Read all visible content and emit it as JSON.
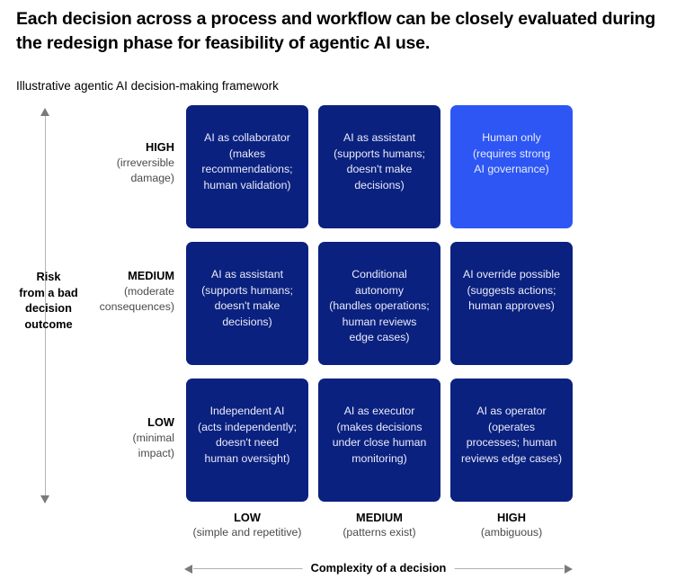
{
  "header": {
    "headline": "Each decision across a process and workflow can be closely evaluated during the redesign phase for feasibility of agentic AI use.",
    "subhead": "Illustrative agentic AI decision-making framework"
  },
  "colors": {
    "cell_default": "#0b2180",
    "cell_highlight": "#2d56f5",
    "cell_text": "#e9ecf7",
    "axis_line": "#b4b4b4",
    "axis_arrow": "#7a7a7a",
    "label_muted": "#4a4a4a",
    "page_background": "#ffffff"
  },
  "y_axis": {
    "title": "Risk\nfrom a bad\ndecision\noutcome",
    "direction": "increasing-upward",
    "levels": [
      {
        "key": "high",
        "label": "HIGH",
        "desc": "(irreversible\ndamage)"
      },
      {
        "key": "medium",
        "label": "MEDIUM",
        "desc": "(moderate\nconsequences)"
      },
      {
        "key": "low",
        "label": "LOW",
        "desc": "(minimal\nimpact)"
      }
    ]
  },
  "x_axis": {
    "title": "Complexity of a decision",
    "direction": "increasing-rightward",
    "levels": [
      {
        "key": "low",
        "label": "LOW",
        "desc": "(simple and repetitive)"
      },
      {
        "key": "medium",
        "label": "MEDIUM",
        "desc": "(patterns exist)"
      },
      {
        "key": "high",
        "label": "HIGH",
        "desc": "(ambiguous)"
      }
    ]
  },
  "chart_data": {
    "type": "heatmap",
    "title": "Illustrative agentic AI decision-making framework",
    "xlabel": "Complexity of a decision",
    "ylabel": "Risk from a bad decision outcome",
    "grid": false,
    "legend": "none",
    "x_categories": [
      "LOW",
      "MEDIUM",
      "HIGH"
    ],
    "y_categories": [
      "HIGH",
      "MEDIUM",
      "LOW"
    ],
    "cells": [
      {
        "row": "HIGH",
        "col": "LOW",
        "highlight": false,
        "text": "AI as collaborator\n(makes\nrecommendations;\nhuman validation)"
      },
      {
        "row": "HIGH",
        "col": "MEDIUM",
        "highlight": false,
        "text": "AI as assistant\n(supports humans;\ndoesn't make\ndecisions)"
      },
      {
        "row": "HIGH",
        "col": "HIGH",
        "highlight": true,
        "text": "Human only\n(requires strong\nAI governance)"
      },
      {
        "row": "MEDIUM",
        "col": "LOW",
        "highlight": false,
        "text": "AI as assistant\n(supports humans;\ndoesn't make\ndecisions)"
      },
      {
        "row": "MEDIUM",
        "col": "MEDIUM",
        "highlight": false,
        "text": "Conditional\nautonomy\n(handles operations;\nhuman reviews\nedge cases)"
      },
      {
        "row": "MEDIUM",
        "col": "HIGH",
        "highlight": false,
        "text": "AI override possible\n(suggests actions;\nhuman approves)"
      },
      {
        "row": "LOW",
        "col": "LOW",
        "highlight": false,
        "text": "Independent AI\n(acts independently;\ndoesn't need\nhuman oversight)"
      },
      {
        "row": "LOW",
        "col": "MEDIUM",
        "highlight": false,
        "text": "AI as executor\n(makes decisions\nunder close human\nmonitoring)"
      },
      {
        "row": "LOW",
        "col": "HIGH",
        "highlight": false,
        "text": "AI as operator\n(operates\nprocesses; human\nreviews edge cases)"
      }
    ]
  }
}
